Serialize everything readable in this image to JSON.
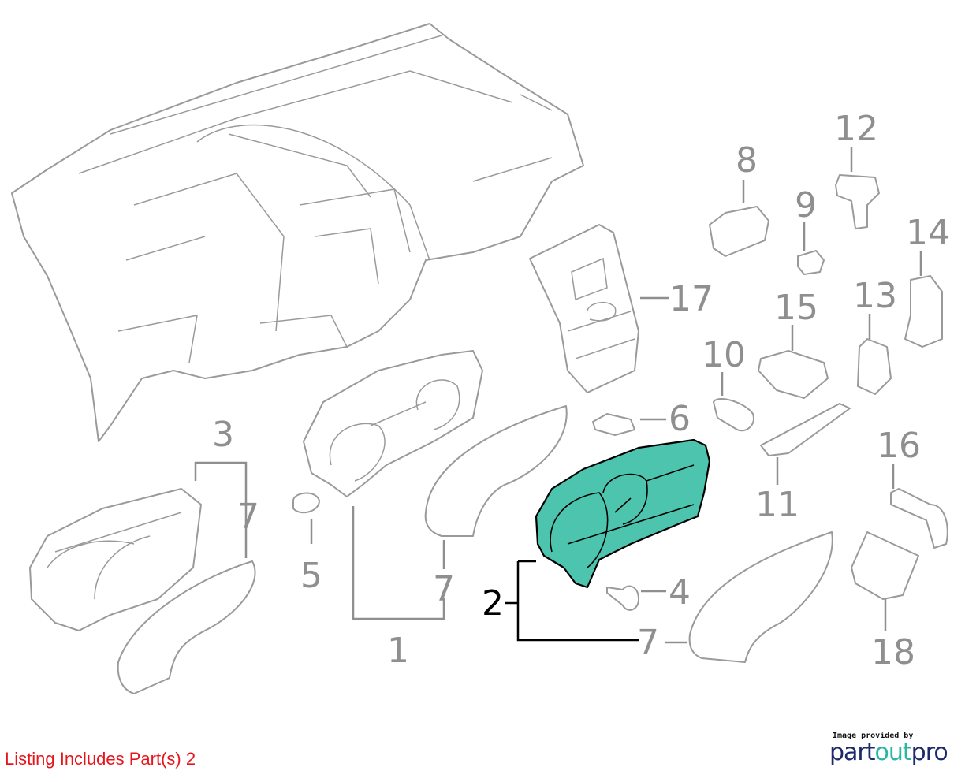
{
  "diagram": {
    "highlight_color": "#4dc4ae",
    "callouts": {
      "c1": "1",
      "c2": "2",
      "c3": "3",
      "c4": "4",
      "c5": "5",
      "c6": "6",
      "c7a": "7",
      "c7b": "7",
      "c7c": "7",
      "c8": "8",
      "c9": "9",
      "c10": "10",
      "c11": "11",
      "c12": "12",
      "c13": "13",
      "c14": "14",
      "c15": "15",
      "c16": "16",
      "c17": "17",
      "c18": "18"
    },
    "highlighted_part": "2"
  },
  "footer": {
    "listing": "Listing Includes Part(s) 2",
    "credit_small": "Image provided by",
    "brand_part1": "part",
    "brand_part2": "out",
    "brand_part3": "pro"
  }
}
